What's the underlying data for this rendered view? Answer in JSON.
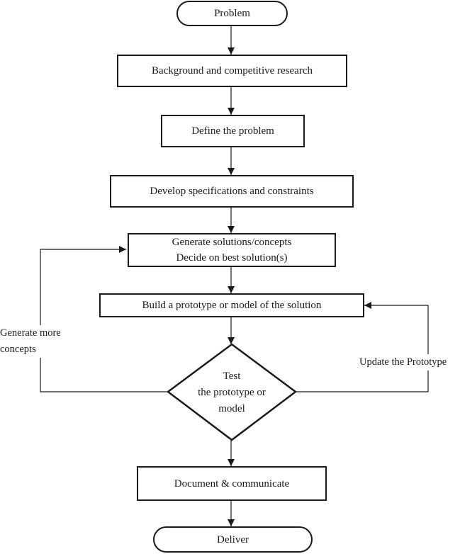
{
  "nodes": {
    "problem": "Problem",
    "background_research": "Background and competitive research",
    "define_problem": "Define the problem",
    "develop_specs": "Develop specifications and constraints",
    "generate_solutions": {
      "line1": "Generate solutions/concepts",
      "line2": "Decide on best solution(s)"
    },
    "build_prototype": "Build a prototype or model of the solution",
    "test": {
      "line1": "Test",
      "line2": "the prototype or",
      "line3": "model"
    },
    "document": "Document & communicate",
    "deliver": "Deliver"
  },
  "edge_labels": {
    "generate_more": {
      "line1": "Generate more",
      "line2": "concepts"
    },
    "update_prototype": "Update the Prototype"
  },
  "colors": {
    "stroke": "#1a1a1a",
    "background": "#ffffff"
  }
}
